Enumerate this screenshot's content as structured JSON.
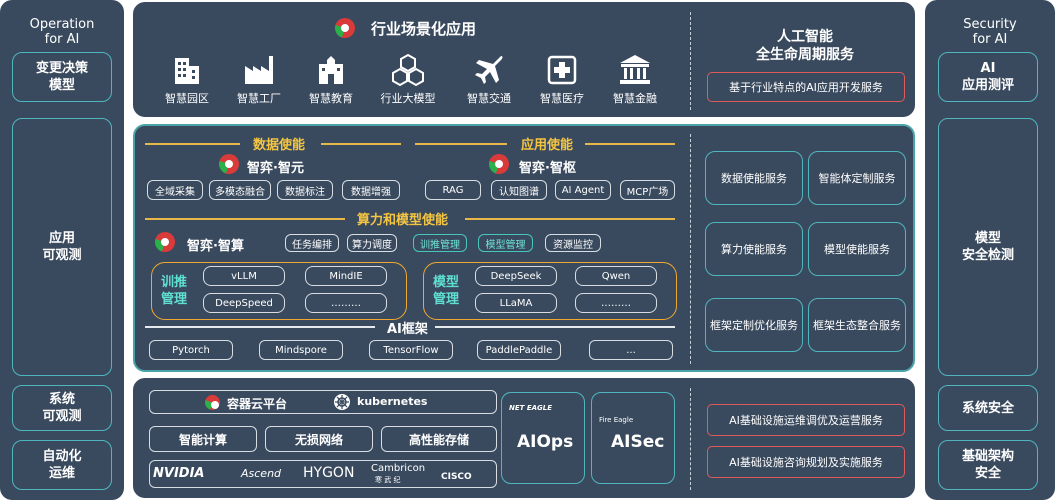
{
  "left_column": {
    "title": "Operation\nfor AI",
    "tiles": [
      "变更决策\n模型",
      "应用\n可观测",
      "系统\n可观测",
      "自动化\n运维"
    ]
  },
  "right_column": {
    "title": "Security\nfor AI",
    "tiles": [
      "AI\n应用测评",
      "模型\n安全检测",
      "系统安全",
      "基础架构\n安全"
    ]
  },
  "top_panel": {
    "title": "行业场景化应用",
    "scenarios": [
      "智慧园区",
      "智慧工厂",
      "智慧教育",
      "行业大模型",
      "智慧交通",
      "智慧医疗",
      "智慧金融"
    ],
    "service_title": "人工智能\n全生命周期服务",
    "service_item": "基于行业特点的AI应用开发服务"
  },
  "middle_panel": {
    "data_enable": {
      "heading": "数据使能",
      "product": "智弈·智元",
      "chips": [
        "全域采集",
        "多模态融合",
        "数据标注",
        "数据增强"
      ]
    },
    "app_enable": {
      "heading": "应用使能",
      "product": "智弈·智枢",
      "chips": [
        "RAG",
        "认知图谱",
        "AI Agent",
        "MCP广场"
      ]
    },
    "compute_enable": {
      "heading": "算力和模型使能",
      "product": "智弈·智算",
      "chips": [
        "任务编排",
        "算力调度",
        "训推管理",
        "模型管理",
        "资源监控"
      ]
    },
    "training": {
      "label": "训推\n管理",
      "chips": [
        "vLLM",
        "MindIE",
        "DeepSpeed",
        "………"
      ]
    },
    "models": {
      "label": "模型\n管理",
      "chips": [
        "DeepSeek",
        "Qwen",
        "LLaMA",
        "………"
      ]
    },
    "framework": {
      "heading": "AI框架",
      "chips": [
        "Pytorch",
        "Mindspore",
        "TensorFlow",
        "PaddlePaddle",
        "..."
      ]
    },
    "services": [
      "数据使能服务",
      "智能体定制服务",
      "算力使能服务",
      "模型使能服务",
      "框架定制优化服务",
      "框架生态整合服务"
    ]
  },
  "bottom_panel": {
    "container_platform": "容器云平台",
    "kubernetes": "kubernetes",
    "infra_chips": [
      "智能计算",
      "无损网络",
      "高性能存储"
    ],
    "vendors": [
      "NVIDIA",
      "Ascend",
      "HYGON",
      "Cambricon",
      "寒 武 纪",
      "CISCO"
    ],
    "aiops": {
      "brand": "NET EAGLE",
      "name": "AIOps"
    },
    "aisec": {
      "brand": "Fire Eagle",
      "name": "AISec"
    },
    "services": [
      "AI基础设施运维调优及运营服务",
      "AI基础设施咨询规划及实施服务"
    ]
  }
}
